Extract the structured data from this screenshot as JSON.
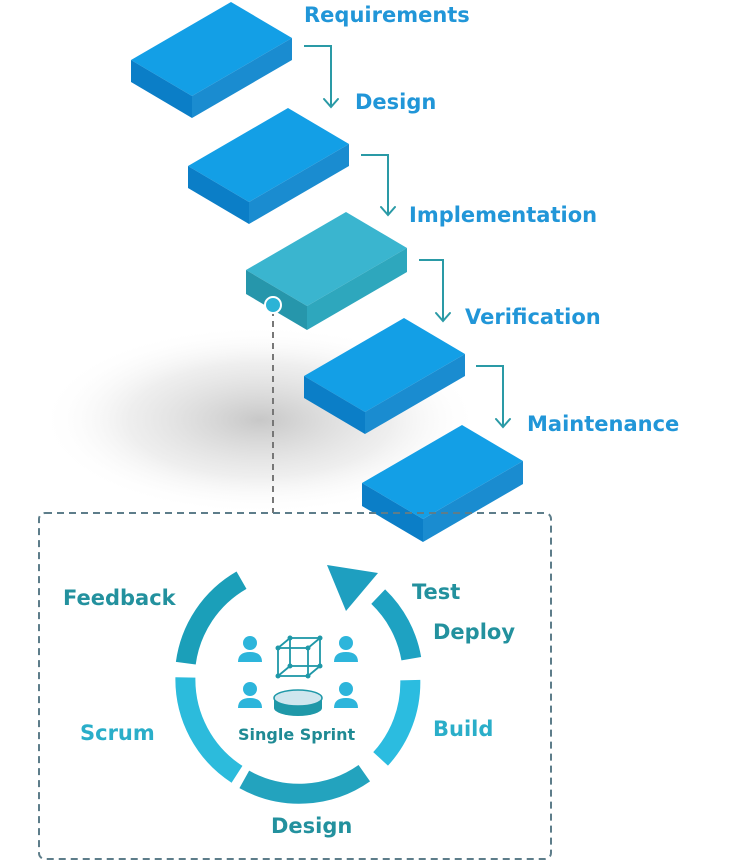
{
  "waterfall": {
    "stages": [
      {
        "label": "Requirements"
      },
      {
        "label": "Design"
      },
      {
        "label": "Implementation"
      },
      {
        "label": "Verification"
      },
      {
        "label": "Maintenance"
      }
    ]
  },
  "sprint": {
    "center_label": "Single Sprint",
    "labels": {
      "test": "Test",
      "deploy": "Deploy",
      "build": "Build",
      "design": "Design",
      "scrum": "Scrum",
      "feedback": "Feedback"
    }
  },
  "colors": {
    "block_top": "#139fe6",
    "block_front": "#0b7ec7",
    "block_side": "#1a8cd0",
    "highlight_top": "#3ab5cf",
    "highlight_front": "#2696ab",
    "highlight_side": "#2ea7bd",
    "arrow": "#2a9aa6",
    "ring": "#2bb0d0"
  }
}
